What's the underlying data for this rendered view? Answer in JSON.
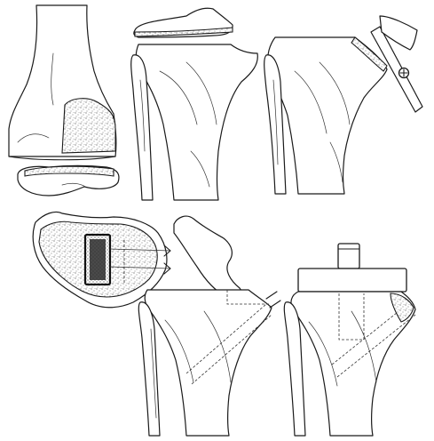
{
  "figure": {
    "panels": [
      {
        "id": "femur-cut"
      },
      {
        "id": "tibia-resected-plateau"
      },
      {
        "id": "tibia-angled-saw-cut"
      },
      {
        "id": "tibial-plateau-top-view"
      },
      {
        "id": "tibia-with-bone-graft"
      },
      {
        "id": "tibia-with-implant"
      }
    ],
    "colors": {
      "ink": "#1a1a1a",
      "paper": "#ffffff",
      "stipple": "#555555",
      "stem_fill": "#2a2a2a"
    }
  }
}
